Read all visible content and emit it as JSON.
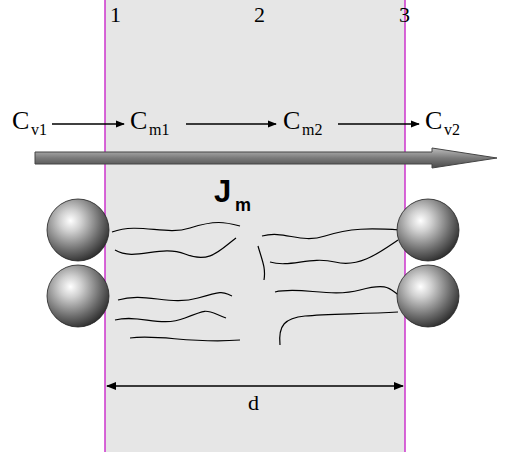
{
  "diagram": {
    "labels": [
      "1",
      "2",
      "3",
      "C",
      "v1",
      "C",
      "m1",
      "C",
      "m2",
      "C",
      "v2",
      "J",
      "m",
      "d"
    ]
  }
}
